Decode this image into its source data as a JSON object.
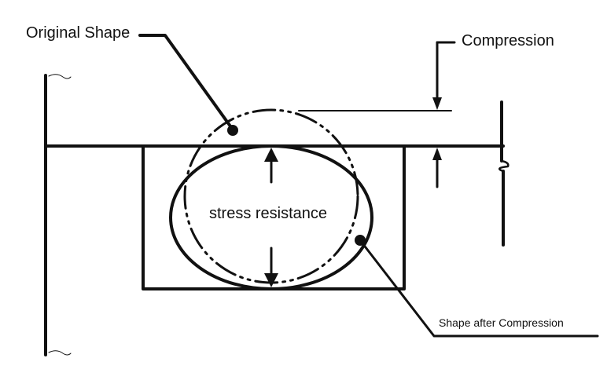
{
  "labels": {
    "original_shape": "Original Shape",
    "compression": "Compression",
    "stress_resistance": "stress resistance",
    "shape_after_compression": "Shape after Compression"
  },
  "colors": {
    "ink": "#111111",
    "background": "#ffffff"
  }
}
